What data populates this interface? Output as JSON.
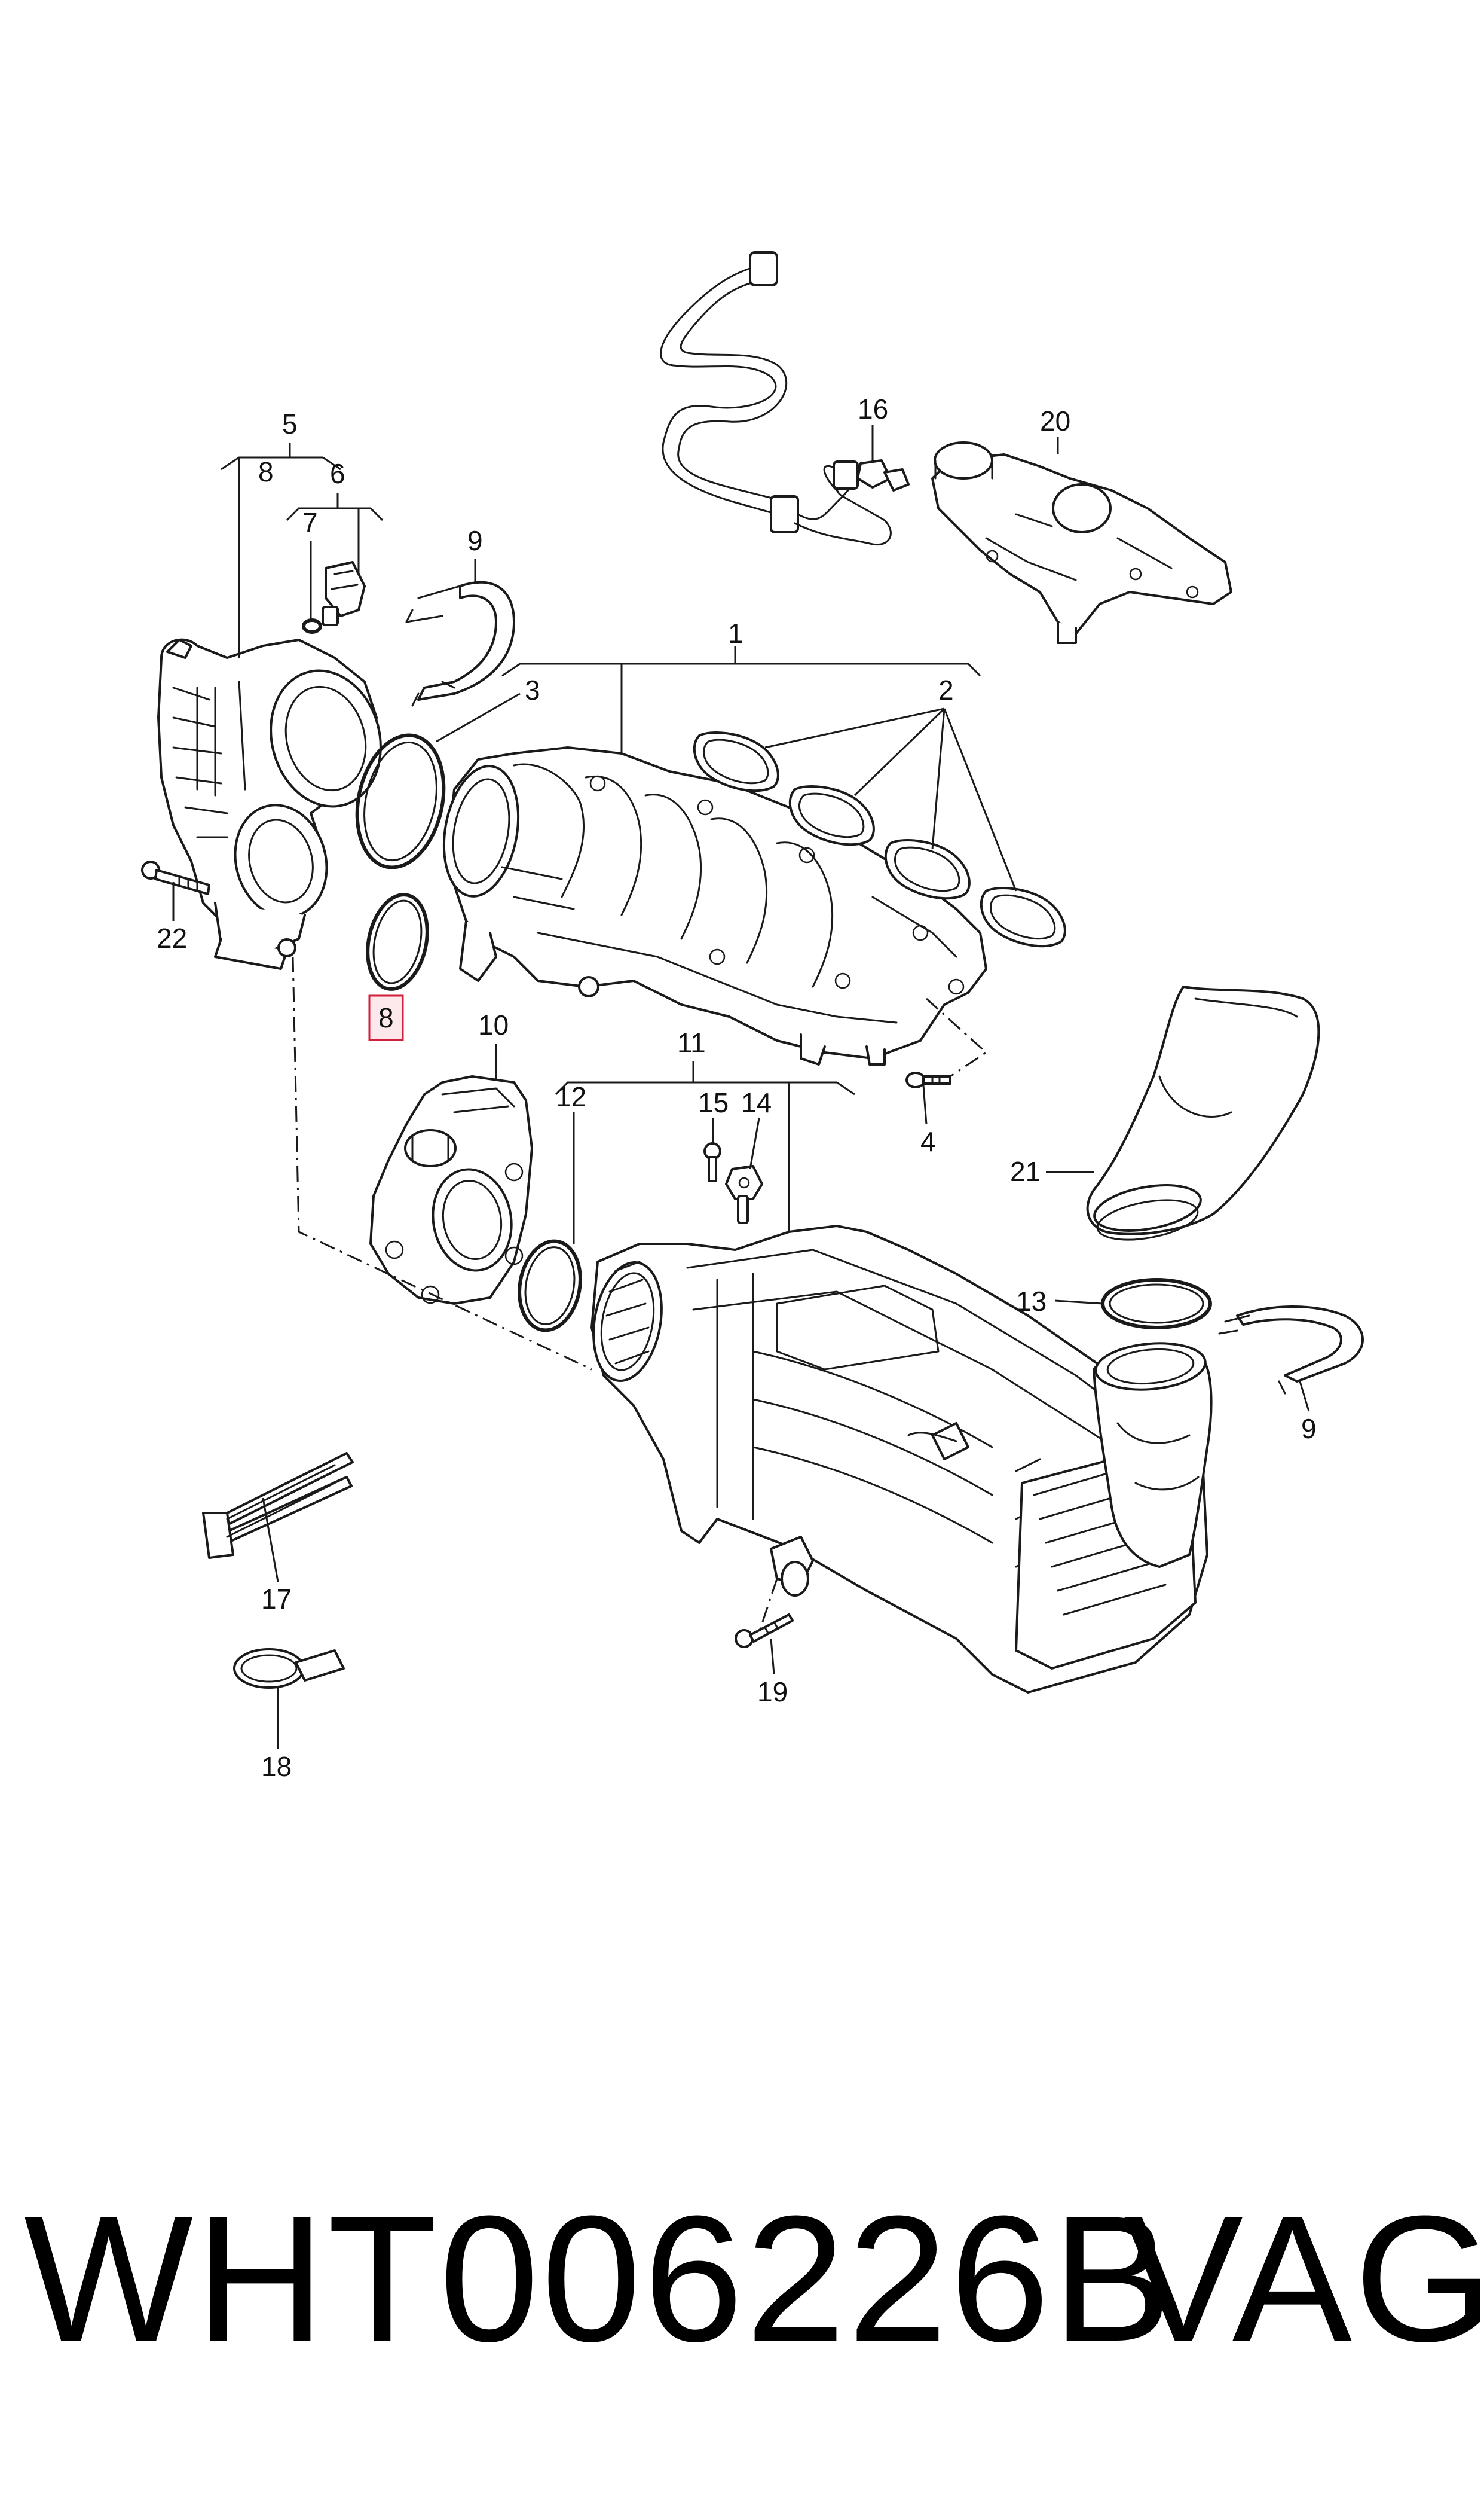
{
  "callouts": {
    "c1": "1",
    "c2": "2",
    "c3": "3",
    "c4": "4",
    "c5": "5",
    "c6": "6",
    "c7": "7",
    "c8_group": "8",
    "c8_highlight": "8",
    "c9_top": "9",
    "c9_right": "9",
    "c10": "10",
    "c11": "11",
    "c12": "12",
    "c13": "13",
    "c14": "14",
    "c15": "15",
    "c16": "16",
    "c17": "17",
    "c18": "18",
    "c19": "19",
    "c20": "20",
    "c21": "21",
    "c22": "22"
  },
  "highlighted_callout": "8",
  "highlight_color": "#d21f3c",
  "footer": {
    "part_number": "WHT006226B",
    "brand": "VAG"
  }
}
